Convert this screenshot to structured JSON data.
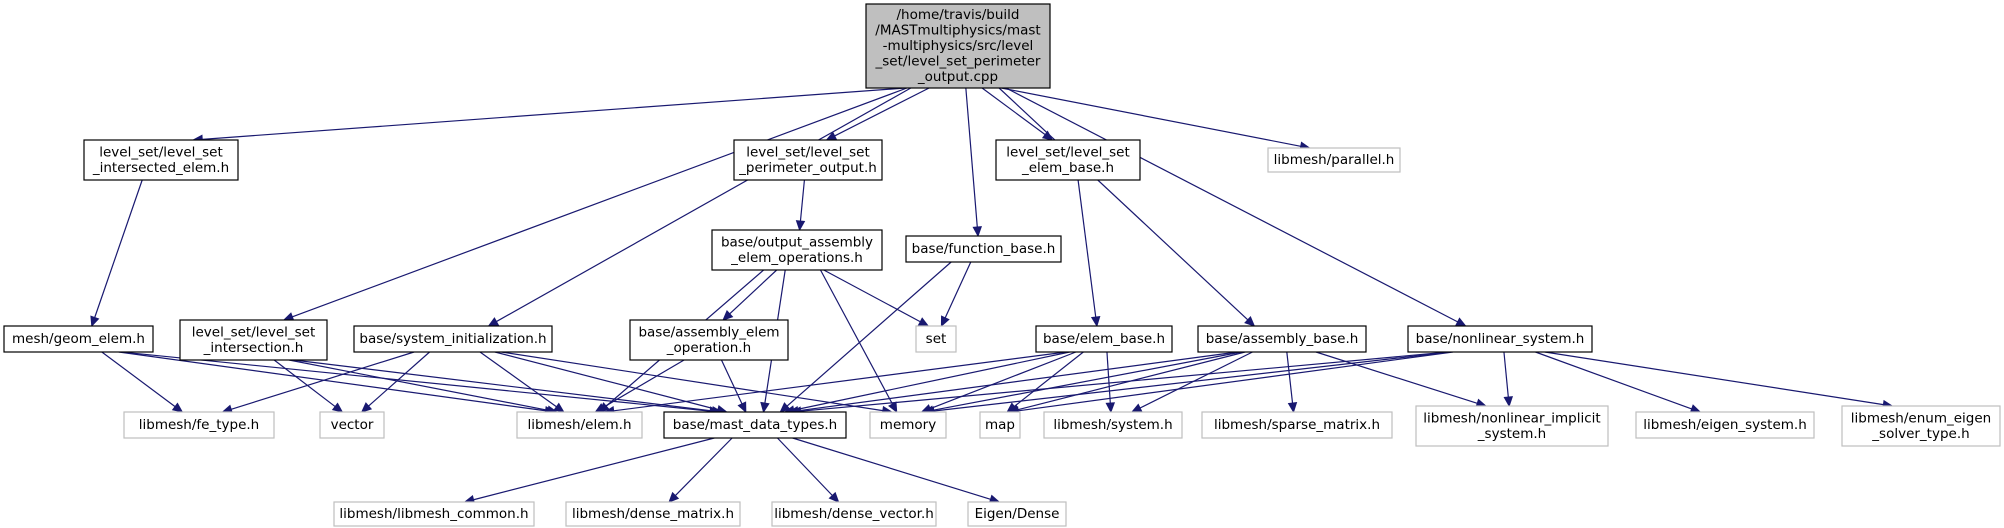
{
  "colors": {
    "edge": "#191970",
    "root_fill": "#bfbfbf",
    "node_border": "#000000",
    "external_border": "#bfbfbf",
    "external_text": "#7f7f7f",
    "text": "#000000"
  },
  "nodes": {
    "root": {
      "lines": [
        "/home/travis/build",
        "/MASTmultiphysics/mast",
        "-multiphysics/src/level",
        "_set/level_set_perimeter",
        "_output.cpp"
      ],
      "kind": "root"
    },
    "lsie": {
      "lines": [
        "level_set/level_set",
        "_intersected_elem.h"
      ],
      "kind": "internal"
    },
    "lspo": {
      "lines": [
        "level_set/level_set",
        "_perimeter_output.h"
      ],
      "kind": "internal"
    },
    "lseb": {
      "lines": [
        "level_set/level_set",
        "_elem_base.h"
      ],
      "kind": "internal"
    },
    "par": {
      "lines": [
        "libmesh/parallel.h"
      ],
      "kind": "external"
    },
    "oaeo": {
      "lines": [
        "base/output_assembly",
        "_elem_operations.h"
      ],
      "kind": "internal"
    },
    "fb": {
      "lines": [
        "base/function_base.h"
      ],
      "kind": "internal"
    },
    "ge": {
      "lines": [
        "mesh/geom_elem.h"
      ],
      "kind": "internal"
    },
    "lsi": {
      "lines": [
        "level_set/level_set",
        "_intersection.h"
      ],
      "kind": "internal"
    },
    "si": {
      "lines": [
        "base/system_initialization.h"
      ],
      "kind": "internal"
    },
    "aeo": {
      "lines": [
        "base/assembly_elem",
        "_operation.h"
      ],
      "kind": "internal"
    },
    "set": {
      "lines": [
        "set"
      ],
      "kind": "external"
    },
    "eb": {
      "lines": [
        "base/elem_base.h"
      ],
      "kind": "internal"
    },
    "ab": {
      "lines": [
        "base/assembly_base.h"
      ],
      "kind": "internal"
    },
    "ns": {
      "lines": [
        "base/nonlinear_system.h"
      ],
      "kind": "internal"
    },
    "fet": {
      "lines": [
        "libmesh/fe_type.h"
      ],
      "kind": "external"
    },
    "vec": {
      "lines": [
        "vector"
      ],
      "kind": "external"
    },
    "elem": {
      "lines": [
        "libmesh/elem.h"
      ],
      "kind": "external"
    },
    "mdt": {
      "lines": [
        "base/mast_data_types.h"
      ],
      "kind": "internal"
    },
    "mem": {
      "lines": [
        "memory"
      ],
      "kind": "external"
    },
    "map": {
      "lines": [
        "map"
      ],
      "kind": "external"
    },
    "sys": {
      "lines": [
        "libmesh/system.h"
      ],
      "kind": "external"
    },
    "spm": {
      "lines": [
        "libmesh/sparse_matrix.h"
      ],
      "kind": "external"
    },
    "nis": {
      "lines": [
        "libmesh/nonlinear_implicit",
        "_system.h"
      ],
      "kind": "external"
    },
    "es": {
      "lines": [
        "libmesh/eigen_system.h"
      ],
      "kind": "external"
    },
    "est": {
      "lines": [
        "libmesh/enum_eigen",
        "_solver_type.h"
      ],
      "kind": "external"
    },
    "lc": {
      "lines": [
        "libmesh/libmesh_common.h"
      ],
      "kind": "external"
    },
    "dm": {
      "lines": [
        "libmesh/dense_matrix.h"
      ],
      "kind": "external"
    },
    "dv": {
      "lines": [
        "libmesh/dense_vector.h"
      ],
      "kind": "external"
    },
    "ed": {
      "lines": [
        "Eigen/Dense"
      ],
      "kind": "external"
    }
  },
  "edges": [
    [
      "root",
      "lsie"
    ],
    [
      "root",
      "lspo"
    ],
    [
      "root",
      "lseb"
    ],
    [
      "root",
      "par"
    ],
    [
      "root",
      "fb"
    ],
    [
      "root",
      "lsi"
    ],
    [
      "root",
      "si"
    ],
    [
      "root",
      "ab"
    ],
    [
      "root",
      "ns"
    ],
    [
      "lsie",
      "ge"
    ],
    [
      "lspo",
      "oaeo"
    ],
    [
      "lseb",
      "eb"
    ],
    [
      "oaeo",
      "aeo"
    ],
    [
      "oaeo",
      "set"
    ],
    [
      "oaeo",
      "elem"
    ],
    [
      "oaeo",
      "mdt"
    ],
    [
      "oaeo",
      "mem"
    ],
    [
      "fb",
      "set"
    ],
    [
      "fb",
      "mdt"
    ],
    [
      "ge",
      "fet"
    ],
    [
      "ge",
      "elem"
    ],
    [
      "ge",
      "mdt"
    ],
    [
      "lsi",
      "vec"
    ],
    [
      "lsi",
      "elem"
    ],
    [
      "lsi",
      "mdt"
    ],
    [
      "si",
      "fet"
    ],
    [
      "si",
      "vec"
    ],
    [
      "si",
      "elem"
    ],
    [
      "si",
      "mdt"
    ],
    [
      "si",
      "mem"
    ],
    [
      "aeo",
      "elem"
    ],
    [
      "aeo",
      "mdt"
    ],
    [
      "eb",
      "elem"
    ],
    [
      "eb",
      "mdt"
    ],
    [
      "eb",
      "mem"
    ],
    [
      "eb",
      "map"
    ],
    [
      "eb",
      "sys"
    ],
    [
      "ab",
      "mdt"
    ],
    [
      "ab",
      "mem"
    ],
    [
      "ab",
      "map"
    ],
    [
      "ab",
      "sys"
    ],
    [
      "ab",
      "spm"
    ],
    [
      "ab",
      "nis"
    ],
    [
      "ns",
      "mdt"
    ],
    [
      "ns",
      "mem"
    ],
    [
      "ns",
      "map"
    ],
    [
      "ns",
      "nis"
    ],
    [
      "ns",
      "es"
    ],
    [
      "ns",
      "est"
    ],
    [
      "mdt",
      "lc"
    ],
    [
      "mdt",
      "dm"
    ],
    [
      "mdt",
      "dv"
    ],
    [
      "mdt",
      "ed"
    ]
  ]
}
